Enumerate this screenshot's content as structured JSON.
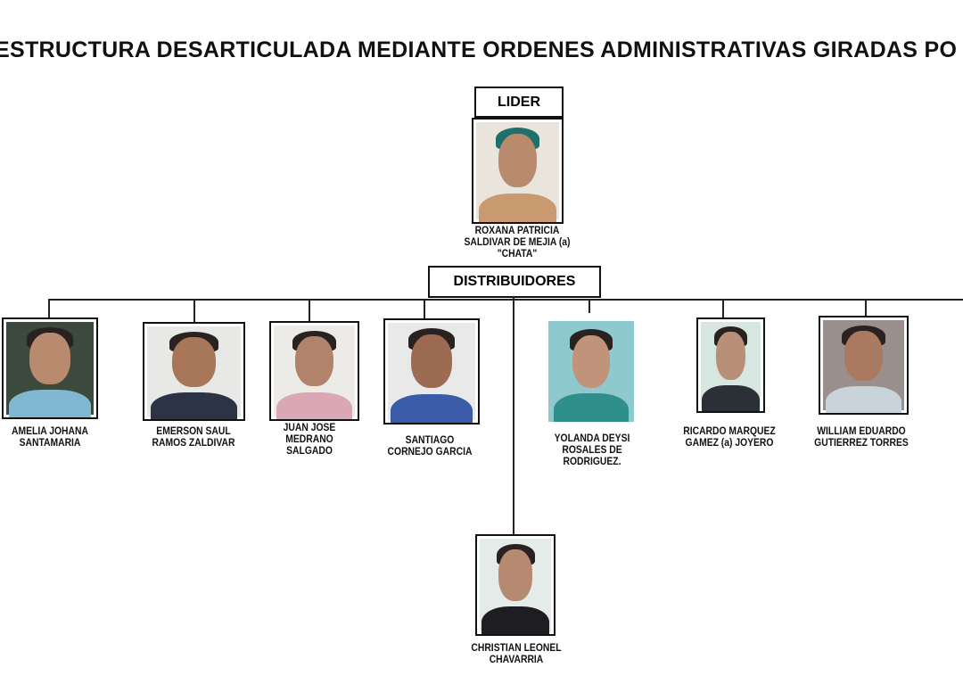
{
  "title": "ESTRUCTURA DESARTICULADA MEDIANTE ORDENES ADMINISTRATIVAS GIRADAS PO",
  "leader": {
    "heading": "LIDER",
    "name_lines": [
      "ROXANA PATRICIA",
      "SALDIVAR DE MEJIA  (a)",
      "\"CHATA\""
    ]
  },
  "distributors_heading": "DISTRIBUIDORES",
  "members": [
    {
      "name_lines": [
        "AMELIA JOHANA",
        "SANTAMARIA"
      ]
    },
    {
      "name_lines": [
        "EMERSON SAUL",
        "RAMOS ZALDIVAR"
      ]
    },
    {
      "name_lines": [
        "JUAN JOSE",
        "MEDRANO",
        "SALGADO"
      ]
    },
    {
      "name_lines": [
        "SANTIAGO",
        "CORNEJO GARCIA"
      ]
    },
    {
      "name_lines": [
        "YOLANDA  DEYSI",
        "ROSALES DE",
        "RODRIGUEZ."
      ]
    },
    {
      "name_lines": [
        "RICARDO MARQUEZ",
        "GAMEZ (a) JOYERO"
      ]
    },
    {
      "name_lines": [
        "WILLIAM EDUARDO",
        "GUTIERREZ TORRES"
      ]
    },
    {
      "name_lines": [
        "CHRISTIAN LEONEL",
        "CHAVARRIA"
      ]
    }
  ]
}
